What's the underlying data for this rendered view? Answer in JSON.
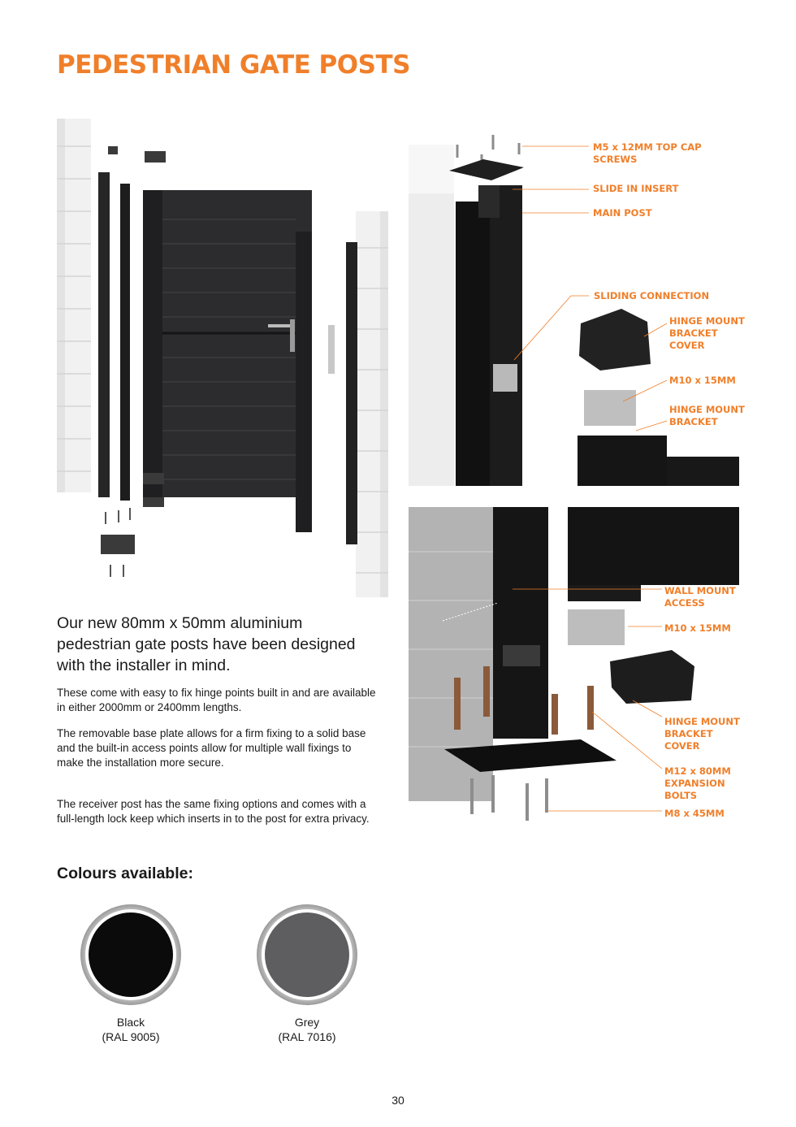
{
  "heading": "PEDESTRIAN GATE POSTS",
  "callouts_top": {
    "top_cap_screws": "M5 x 12MM TOP CAP\nSCREWS",
    "slide_in_insert": "SLIDE IN INSERT",
    "main_post": "MAIN POST",
    "sliding_connection": "SLIDING CONNECTION",
    "hinge_bracket_cover": "HINGE MOUNT\nBRACKET\nCOVER",
    "m10": "M10 x 15MM",
    "hinge_bracket": "HINGE MOUNT\nBRACKET"
  },
  "callouts_bottom": {
    "wall_mount_access": "WALL MOUNT\nACCESS",
    "m10": "M10 x 15MM",
    "hinge_bracket_cover": "HINGE MOUNT\nBRACKET\nCOVER",
    "expansion_bolts": "M12 x 80MM\nEXPANSION\nBOLTS",
    "m8": "M8 x 45MM"
  },
  "intro": "Our new 80mm x 50mm aluminium pedestrian gate posts have been designed with the installer in mind.",
  "paragraphs": [
    "These come with easy to fix hinge points built in and are available in either 2000mm or 2400mm lengths.",
    "The removable base plate allows for a firm fixing to a solid base and the built-in access points allow for multiple wall fixings to make the installation more secure.",
    "The receiver post has the same fixing options and comes with a full-length lock keep which inserts in to the post for extra privacy."
  ],
  "colours_heading": "Colours available:",
  "colours": [
    {
      "name": "Black",
      "ral": "(RAL 9005)",
      "hex": "#0b0b0b"
    },
    {
      "name": "Grey",
      "ral": "(RAL 7016)",
      "hex": "#5e5e61"
    }
  ],
  "page_number": "30",
  "accent_color": "#f07f2a"
}
